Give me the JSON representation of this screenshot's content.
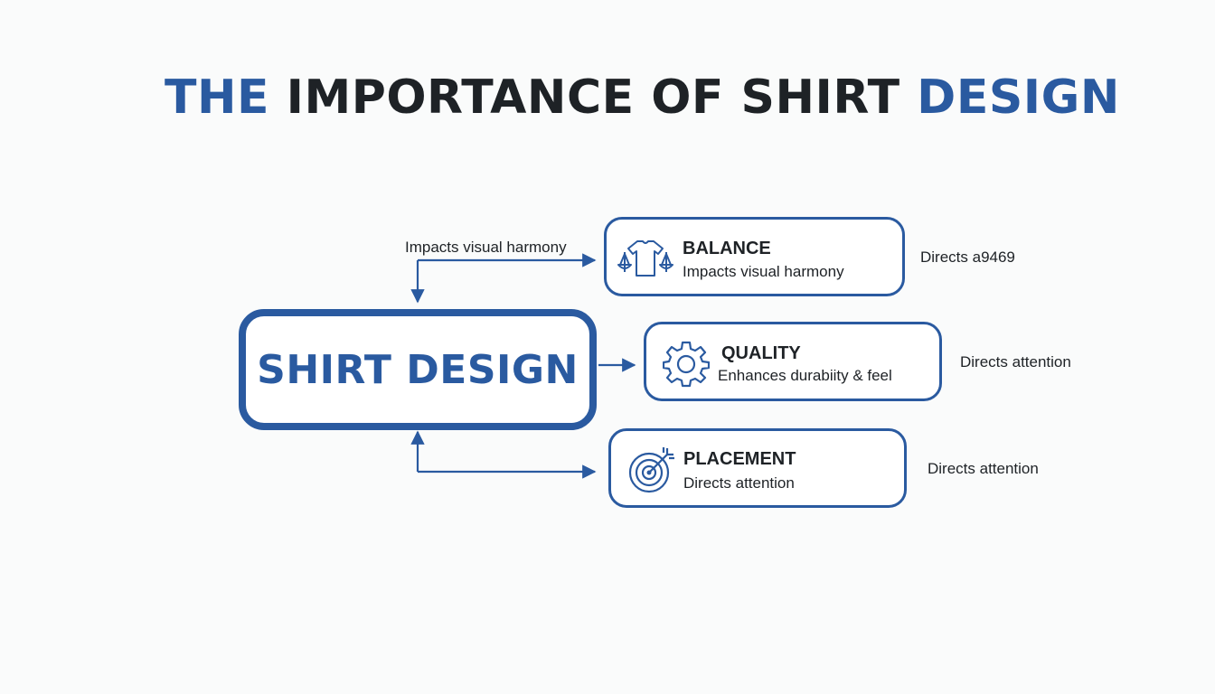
{
  "title": {
    "part1": "THE",
    "part2": "IMPORTANCE OF SHIRT",
    "part3": "DESIGN"
  },
  "center": {
    "label": "SHIRT DESIGN"
  },
  "connector_label": "Impacts visual harmony",
  "cards": [
    {
      "title": "BALANCE",
      "description": "Impacts visual harmony",
      "note": "Directs a9469",
      "icon": "shirt-with-scales-icon"
    },
    {
      "title": "QUALITY",
      "description": "Enhances durabiity & feel",
      "note": "Directs attention",
      "icon": "gear-icon"
    },
    {
      "title": "PLACEMENT",
      "description": "Directs attention",
      "note": "Directs attention",
      "icon": "target-icon"
    }
  ],
  "colors": {
    "accent": "#2a5aa0",
    "text": "#1e2226",
    "background": "#fafbfb"
  }
}
